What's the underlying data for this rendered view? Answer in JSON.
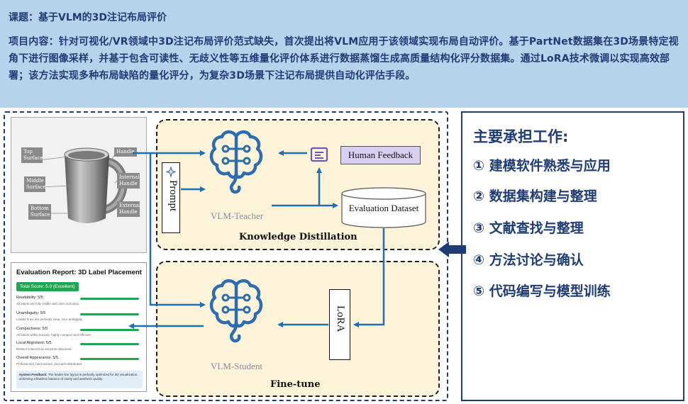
{
  "header": {
    "title": "课题：基于VLM的3D注记布局评价",
    "content": "项目内容：针对可视化/VR领域中3D注记布局评价范式缺失，首次提出将VLM应用于该领域实现布局自动评价。基于PartNet数据集在3D场景特定视角下进行图像采样，并基于包含可读性、无歧义性等五维量化评价体系进行数据蒸馏生成高质量结构化评分数据集。通过LoRA技术微调以实现高效部署；该方法实现多种布局缺陷的量化评分，为复杂3D场景下注记布局提供自动化评估手段。"
  },
  "mug_labels": {
    "top_surface": "Top Surface",
    "middle_surface": "Middle Surface",
    "bottom_surface": "Bottom Surface",
    "handle": "Handle",
    "internal_handle": "Internal Handle",
    "external_handle": "External Handle"
  },
  "report": {
    "title": "Evaluation Report: 3D Label Placement",
    "total_score": "Total Score: 5.0 (Excellent)",
    "items": [
      {
        "label": "Readability: 5/5",
        "desc": "All labels are fully visible with zero occlusion.",
        "score": 1.0
      },
      {
        "label": "Unambiguity: 5/5",
        "desc": "Leader lines are perfectly clear, zero ambiguity.",
        "score": 1.0
      },
      {
        "label": "Compactness: 5/5",
        "desc": "All labels within bounds, highly compact and efficient.",
        "score": 1.0
      },
      {
        "label": "Local Alignment: 5/5",
        "desc": "Distinct column/row structure observed.",
        "score": 1.0
      },
      {
        "label": "Overall Appearance: 5/5",
        "desc": "Professional, harmonious, and well-distributed.",
        "score": 1.0
      }
    ],
    "feedback_label": "System Feedback:",
    "feedback_text": "The leader line layout is perfectly optimized for 3D visualization, achieving a flawless balance of clarity and aesthetic quality."
  },
  "diagram": {
    "prompt": "Prompt",
    "vlm_teacher": "VLM-Teacher",
    "human_feedback": "Human Feedback",
    "evaluation_dataset": "Evaluation Dataset",
    "knowledge_distillation": "Knowledge Distillation",
    "lora": "LoRA",
    "vlm_student": "VLM-Student",
    "fine_tune": "Fine-tune",
    "colors": {
      "arrow": "#1f6fb4",
      "brain": "#2b6db0",
      "panel": "#fdf3d8",
      "header_bg": "#b7d3ec",
      "text_dark": "#1f3c74"
    }
  },
  "tasks": {
    "title": "主要承担工作:",
    "items": [
      "① 建模软件熟悉与应用",
      "② 数据集构建与整理",
      "③ 文献查找与整理",
      "④ 方法讨论与确认",
      "⑤ 代码编写与模型训练"
    ]
  }
}
